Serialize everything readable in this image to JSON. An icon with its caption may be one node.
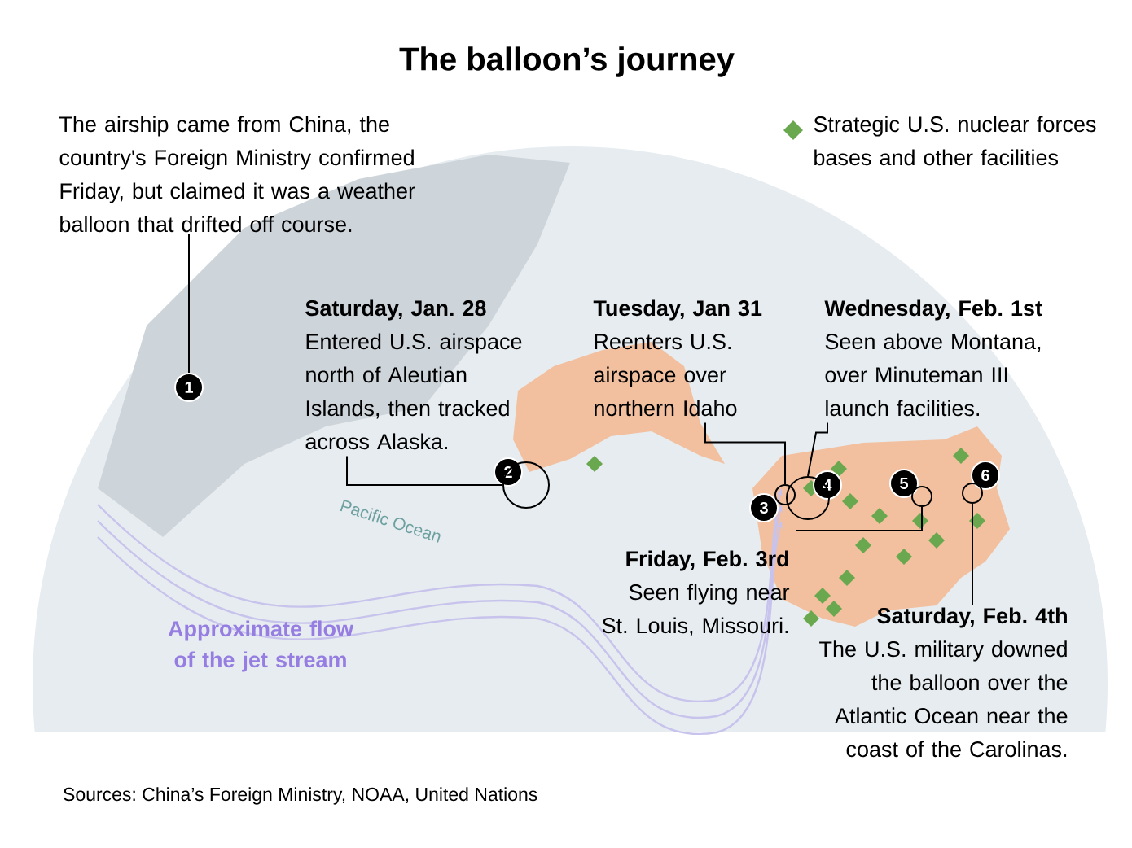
{
  "diagram": {
    "title": "The balloon’s journey",
    "nodes": [
      {
        "text": [
          "The airship came from China, the country's Foreign Ministry confirmed Friday, but claimed it was a weather balloon that drifted off course."
        ]
      },
      {
        "text": [
          "1"
        ]
      },
      {
        "text": [
          "Saturday, Jan. 28",
          "Entered U.S. airspace north of Aleutian Islands, then tracked across Alaska."
        ]
      },
      {
        "text": [
          "2"
        ]
      },
      {
        "text": [],
        "shape": "circle"
      },
      {
        "text": [
          "Tuesday, Jan 31",
          "Reenters U.S. airspace over northern Idaho"
        ]
      },
      {
        "text": [
          "3"
        ]
      },
      {
        "text": [],
        "shape": "circle"
      },
      {
        "text": [
          "Wednesday, Feb. 1st",
          "Seen above Montana, over Minuteman III launch facilities."
        ]
      },
      {
        "text": [
          "4"
        ]
      },
      {
        "text": [],
        "shape": "circle"
      },
      {
        "text": [
          "Friday, Feb. 3rd",
          "Seen flying near St. Louis, Missouri."
        ]
      },
      {
        "text": [
          "5"
        ]
      },
      {
        "text": [],
        "shape": "circle"
      },
      {
        "text": [
          "Saturday, Feb. 4th",
          "The U.S. military downed the balloon over the Atlantic Ocean near the coast of the Carolinas."
        ]
      },
      {
        "text": [
          "6"
        ]
      },
      {
        "text": [],
        "shape": "circle"
      }
    ],
    "edges": [
      {
        "from": 0,
        "to": 1,
        "arrow": "none"
      },
      {
        "from": 2,
        "to": 4,
        "arrow": "none"
      },
      {
        "from": 5,
        "to": 7,
        "arrow": "none"
      },
      {
        "from": 8,
        "to": 10,
        "arrow": "none"
      },
      {
        "from": 11,
        "to": 13,
        "arrow": "none"
      },
      {
        "from": 14,
        "to": 16,
        "arrow": "none"
      }
    ],
    "labels": [
      "Pacific Ocean",
      "Approximate flow of the jet stream",
      "Sources: China’s Foreign Ministry, NOAA, United Nations"
    ],
    "legend": [
      {
        "text": "Strategic U.S. nuclear forces bases and other facilities"
      }
    ]
  }
}
